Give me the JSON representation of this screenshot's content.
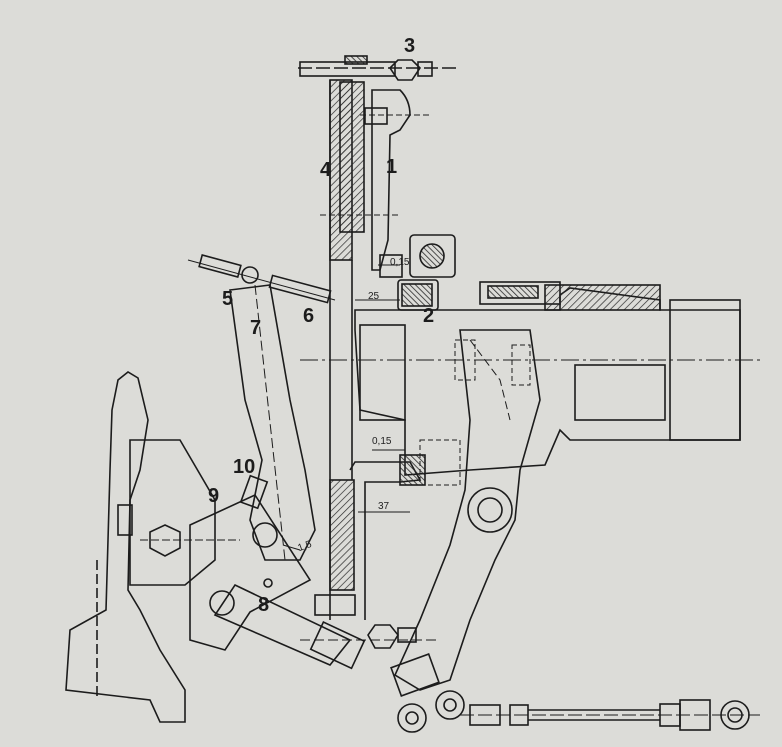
{
  "labels": {
    "part_1": "1",
    "part_2": "2",
    "part_3": "3",
    "part_4": "4",
    "part_5": "5",
    "part_6": "6",
    "part_7": "7",
    "part_8": "8",
    "part_9": "9",
    "part_10": "10"
  },
  "dimensions": {
    "dim_015_top": "0,15",
    "dim_25": "25",
    "dim_015_mid": "0,15",
    "dim_37": "37",
    "dim_15": "1,5"
  },
  "colors": {
    "paper": "#dcdcd8",
    "ink": "#1c1c1c",
    "hatch": "#2a2a2a"
  }
}
